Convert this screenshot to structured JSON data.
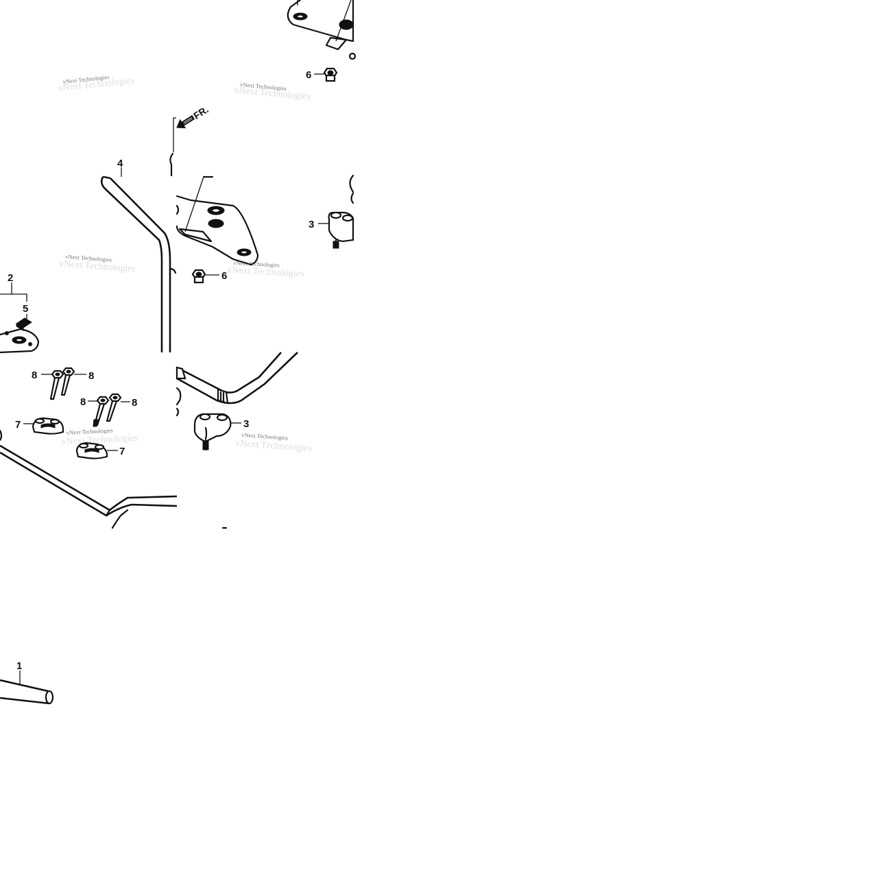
{
  "callouts": {
    "c1": "1",
    "c2": "2",
    "c3a": "3",
    "c3b": "3",
    "c4": "4",
    "c5": "5",
    "c6a": "6",
    "c6b": "6",
    "c7a": "7",
    "c7b": "7",
    "c8a": "8",
    "c8b": "8",
    "c8c": "8",
    "c8d": "8"
  },
  "direction_label": "FR.",
  "watermark": "vNext Technologies"
}
